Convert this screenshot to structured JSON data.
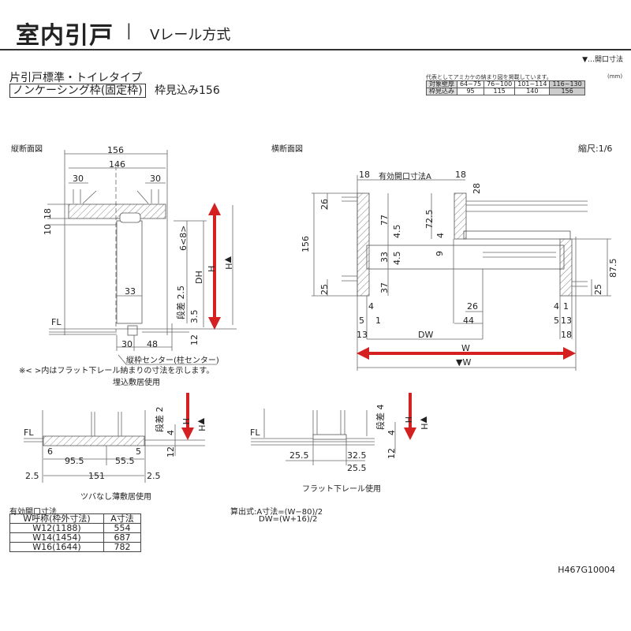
{
  "header": {
    "title": "室内引戸",
    "separator": "|",
    "subtitle": "Vレール方式"
  },
  "legend_note": "▼…開口寸法",
  "product": {
    "type_line": "片引戸標準・トイレタイプ",
    "frame_badge": "ノンケーシング枠(固定枠)",
    "frame_depth": "枠見込み156"
  },
  "spec_table": {
    "caption": "代表としてアミカケの納まり図を掲載しています。",
    "unit": "(mm)",
    "rows": [
      {
        "label": "対象壁厚",
        "values": [
          "64~75",
          "76~100",
          "101~114",
          "116~130"
        ]
      },
      {
        "label": "枠見込み",
        "values": [
          "95",
          "115",
          "140",
          "156"
        ]
      }
    ],
    "highlight_index": 3
  },
  "colors": {
    "accent_arrow": "#d42020",
    "line": "#555555",
    "hatch": "#888888"
  },
  "vertical_section": {
    "title": "縦断面図",
    "dims": {
      "d156": "156",
      "d146": "146",
      "d30a": "30",
      "d30b": "30",
      "d18": "18",
      "d10": "10",
      "d6_8": "6<8>",
      "dh": "DH",
      "h": "H",
      "h_open": "▼H",
      "d33": "33",
      "step25": "段差 2.5",
      "d35": "3.5",
      "d12": "12",
      "d30c": "30",
      "d48": "48",
      "fl": "FL"
    },
    "center_label": "縦枠センター(柱センター)",
    "note": "※< >内はフラット下レール納まりの寸法を示します。",
    "caption": "埋込敷居使用"
  },
  "horizontal_section": {
    "title": "横断面図",
    "scale": "縮尺:1/6",
    "dims": {
      "d18a": "18",
      "opening_a": "有効開口寸法A",
      "d18b": "18",
      "d28": "28",
      "d26a": "26",
      "d77": "77",
      "d725": "72.5",
      "d45a": "4.5",
      "d4a": "4",
      "d156": "156",
      "d9": "9",
      "d33": "33",
      "d45b": "4.5",
      "d875": "87.5",
      "d25a": "25",
      "d37": "37",
      "d25b": "25",
      "d4b": "4",
      "d26b": "26",
      "d4c": "4",
      "d1a": "1",
      "d5a": "5",
      "d1b": "1",
      "d44": "44",
      "d5b": "5",
      "d13a": "13",
      "d13b": "13",
      "dw": "DW",
      "d18c": "18",
      "w": "W",
      "w_open": "▼W"
    }
  },
  "sill_detail_left": {
    "dims": {
      "fl": "FL",
      "step2": "段差 2",
      "d4": "4",
      "h": "H",
      "h_open": "▼H",
      "d12": "12",
      "d6": "6",
      "d5": "5",
      "d955": "95.5",
      "d555": "55.5",
      "d25a": "2.5",
      "d151": "151",
      "d25b": "2.5"
    },
    "caption": "ツバなし薄敷居使用"
  },
  "sill_detail_right": {
    "dims": {
      "fl": "FL",
      "step4": "段差 4",
      "d4": "4",
      "h": "H",
      "h_open": "▼H",
      "d12": "12",
      "d255a": "25.5",
      "d325": "32.5",
      "d255b": "25.5"
    },
    "caption": "フラット下レール使用"
  },
  "formula": {
    "line1": "算出式:A寸法=(W−80)/2",
    "line2": "DW=(W+16)/2"
  },
  "opening_table": {
    "title": "有効開口寸法",
    "headers": [
      "W呼称(枠外寸法)",
      "A寸法"
    ],
    "rows": [
      [
        "W12(1188)",
        "554"
      ],
      [
        "W14(1454)",
        "687"
      ],
      [
        "W16(1644)",
        "782"
      ]
    ]
  },
  "product_code": "H467G10004"
}
